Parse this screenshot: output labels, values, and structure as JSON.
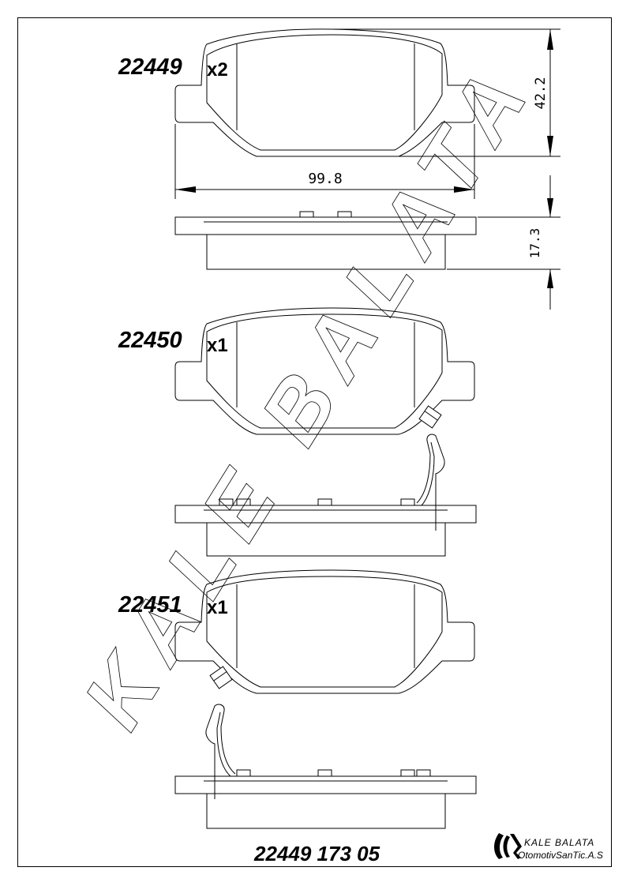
{
  "watermark": "KALE BALATA",
  "parts": [
    {
      "number": "22449",
      "quantity": "x2"
    },
    {
      "number": "22450",
      "quantity": "x1"
    },
    {
      "number": "22451",
      "quantity": "x1"
    }
  ],
  "dimensions": {
    "width": "99.8",
    "height": "42.2",
    "thickness": "17.3"
  },
  "footer_code": "22449 173 05",
  "logo": {
    "line1": "KALE BALATA",
    "line2": "OtomotivSanTic.A.S"
  }
}
